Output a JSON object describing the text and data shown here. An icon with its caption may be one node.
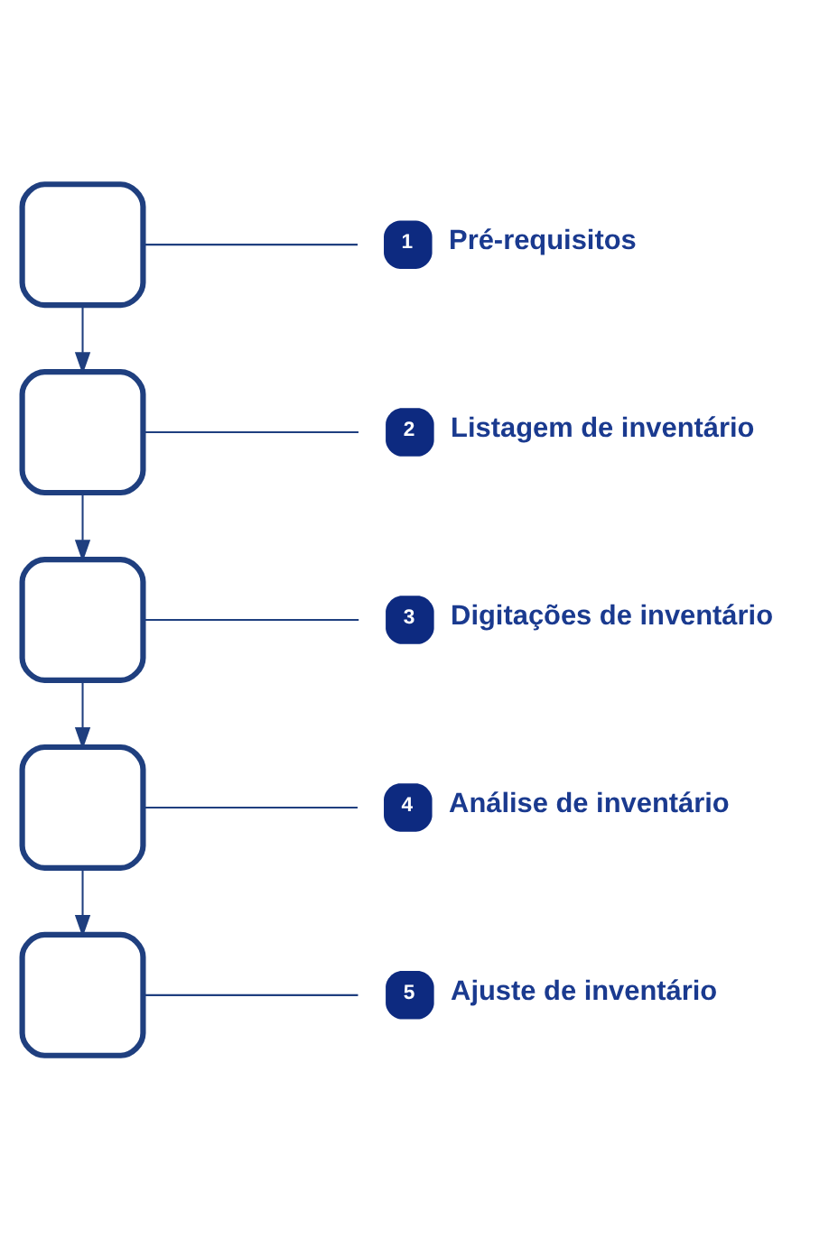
{
  "diagram": {
    "nodes": [
      {
        "text": [],
        "shape": "box"
      },
      {
        "text": [],
        "shape": "box"
      },
      {
        "text": [],
        "shape": "box"
      },
      {
        "text": [],
        "shape": "box"
      },
      {
        "text": [],
        "shape": "box"
      },
      {
        "text": [
          "1"
        ],
        "beside": [
          "Pré-requisitos"
        ]
      },
      {
        "text": [
          "2"
        ],
        "beside": [
          "Listagem de inventário"
        ]
      },
      {
        "text": [
          "3"
        ],
        "beside": [
          "Digitações de inventário"
        ]
      },
      {
        "text": [
          "4"
        ],
        "beside": [
          "Análise de inventário"
        ]
      },
      {
        "text": [
          "5"
        ],
        "beside": [
          "Ajuste de inventário"
        ]
      }
    ],
    "edges": [
      {
        "from": 0,
        "to": 1,
        "arrow": "to"
      },
      {
        "from": 1,
        "to": 2,
        "arrow": "to"
      },
      {
        "from": 2,
        "to": 3,
        "arrow": "to"
      },
      {
        "from": 3,
        "to": 4,
        "arrow": "to"
      },
      {
        "from": 0,
        "to": 5,
        "arrow": "none"
      },
      {
        "from": 1,
        "to": 6,
        "arrow": "none"
      },
      {
        "from": 2,
        "to": 7,
        "arrow": "none"
      },
      {
        "from": 3,
        "to": 8,
        "arrow": "none"
      },
      {
        "from": 4,
        "to": 9,
        "arrow": "none"
      }
    ]
  }
}
